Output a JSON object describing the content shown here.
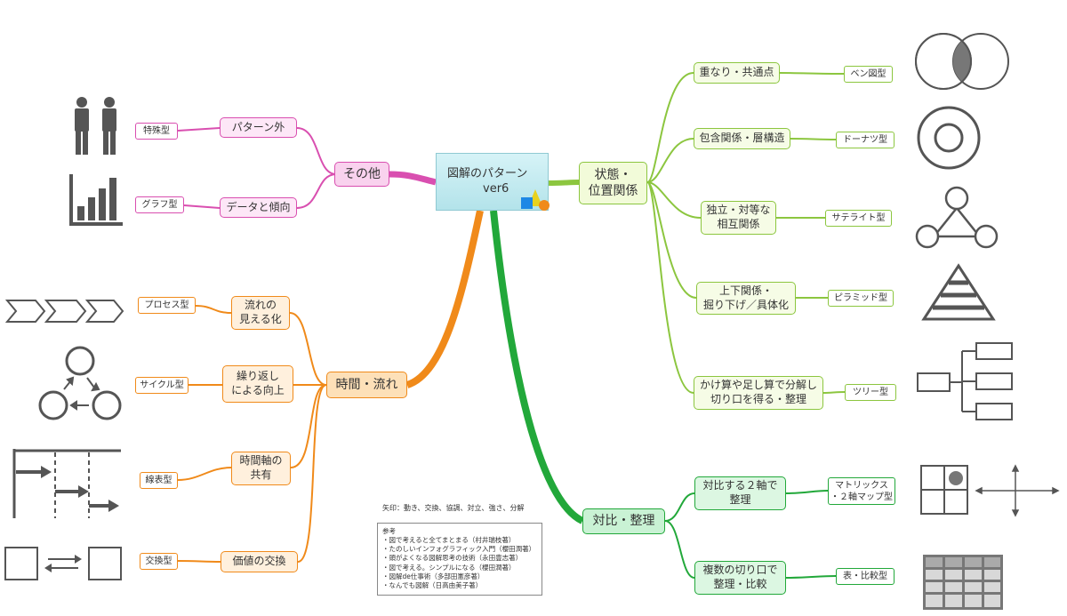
{
  "central": {
    "title": "図解のパターン",
    "version": "ver6"
  },
  "branches": {
    "sonota": {
      "label": "その他",
      "subs": [
        {
          "label": "パターン外",
          "leaf": "特殊型"
        },
        {
          "label": "データと傾向",
          "leaf": "グラフ型"
        }
      ]
    },
    "jikan": {
      "label": "時間・流れ",
      "subs": [
        {
          "label": "流れの\n見える化",
          "leaf": "プロセス型"
        },
        {
          "label": "繰り返し\nによる向上",
          "leaf": "サイクル型"
        },
        {
          "label": "時間軸の\n共有",
          "leaf": "線表型"
        },
        {
          "label": "価値の交換",
          "leaf": "交換型"
        }
      ]
    },
    "jotai": {
      "label": "状態・\n位置関係",
      "subs": [
        {
          "label": "重なり・共通点",
          "leaf": "ベン図型"
        },
        {
          "label": "包含関係・層構造",
          "leaf": "ドーナツ型"
        },
        {
          "label": "独立・対等な\n相互関係",
          "leaf": "サテライト型"
        },
        {
          "label": "上下関係・\n掘り下げ／具体化",
          "leaf": "ピラミッド型"
        },
        {
          "label": "かけ算や足し算で分解し\n切り口を得る・整理",
          "leaf": "ツリー型"
        }
      ]
    },
    "taihi": {
      "label": "対比・整理",
      "subs": [
        {
          "label": "対比する２軸で\n整理",
          "leaf": "マトリックス\n・２軸マップ型"
        },
        {
          "label": "複数の切り口で\n整理・比較",
          "leaf": "表・比較型"
        }
      ]
    }
  },
  "notes": {
    "arrow_note": "矢印：動き、交換、協調、対立、強さ、分解",
    "ref_title": "参考",
    "refs": [
      "・図で考えると全てまとまる（村井瑞枝著）",
      "・たのしいインフォグラフィック入門（櫻田潤著）",
      "・頭がよくなる図解思考の技術（永田豊志著）",
      "・図で考える。シンプルになる（櫻田潤著）",
      "・図解de仕事術（多部田憲彦著）",
      "・なんでも図解（日高由美子著）"
    ]
  },
  "colors": {
    "pink": "#d94fb0",
    "orange": "#f08a1a",
    "light_green": "#8cc63f",
    "green": "#22a83a",
    "icon_gray": "#555555"
  },
  "icons": [
    "people-icon",
    "bar-graph-icon",
    "chevron-process-icon",
    "cycle-icon",
    "timeline-icon",
    "exchange-icon",
    "venn-icon",
    "donut-icon",
    "satellite-icon",
    "pyramid-icon",
    "tree-icon",
    "matrix-icon",
    "axis-map-icon",
    "table-icon"
  ]
}
